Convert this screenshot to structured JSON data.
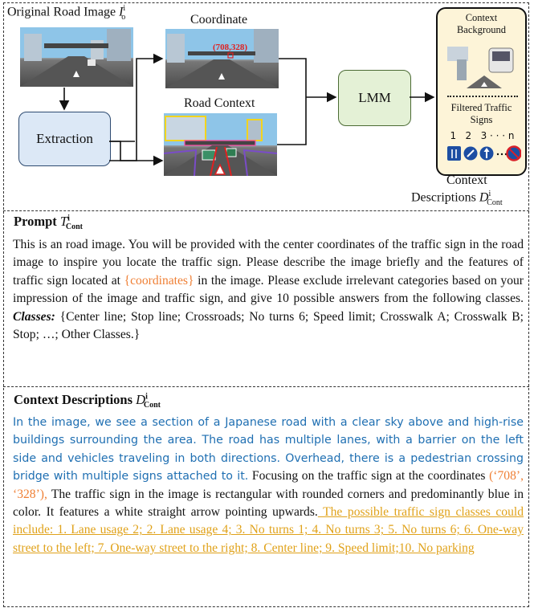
{
  "diagram": {
    "original_label": "Original Road Image",
    "original_symbol": "I",
    "original_sub": "o",
    "original_sup": "i",
    "coordinate_label": "Coordinate",
    "coordinate_value": "(708,328)",
    "road_context_label": "Road Context",
    "extraction_label": "Extraction",
    "lmm_label": "LMM",
    "context_background_label": "Context Background",
    "filtered_label": "Filtered Traffic Signs",
    "sign_numbers": "1   2   3 · · · n",
    "context_label": "Context",
    "descriptions_label": "Descriptions",
    "descriptions_symbol": "D",
    "descriptions_sub": "Cont",
    "descriptions_sup": "i"
  },
  "prompt": {
    "heading": "Prompt",
    "symbol": "T",
    "sub": "Cont",
    "sup": "i",
    "text_before": "This is an road image. You will be provided with the center coordinates of the traffic sign in the road image to inspire you locate the traffic sign. Please describe the image briefly and the features of traffic sign located at ",
    "placeholder": "{coordinates}",
    "text_after": " in the image. Please exclude irrelevant categories based on your impression of the image and traffic sign, and give 10 possible answers from the following classes.",
    "classes_label": "Classes:",
    "classes_text": " {Center line; Stop line; Crossroads; No turns 6; Speed limit;  Crosswalk A; Crosswalk B;  Stop; …; Other Classes.}"
  },
  "context": {
    "heading": "Context Descriptions",
    "symbol": "D",
    "sub": "Cont",
    "sup": "i",
    "blue_text": "In the image, we see a section of a Japanese road with a clear sky above and high-rise buildings surrounding the area. The road has multiple lanes, with a barrier on the left side and vehicles traveling in both directions. Overhead, there is a pedestrian crossing bridge with multiple signs attached to it.",
    "black_text_1": " Focusing on the traffic sign at the coordinates ",
    "coords": "(‘708’, ‘328’),",
    "black_text_2": " The traffic sign in the image is rectangular with rounded corners and predominantly blue in color. It features a white straight arrow pointing upwards.",
    "yellow_text": " The possible traffic sign classes could include: 1. Lane usage 2; 2. Lane usage 4; 3. No turns 1; 4. No turns 3; 5. No turns 6; 6. One-way street to the left; 7. One-way street to the right; 8. Center line; 9. Speed limit;10. No parking"
  },
  "colors": {
    "extraction_fill": "#dce8f6",
    "lmm_fill": "#e4f1d6",
    "context_panel_fill": "#fdf4d8",
    "orange": "#ef7f34",
    "blue_text": "#1f6fb2",
    "yellow_text": "#e0a21a"
  }
}
